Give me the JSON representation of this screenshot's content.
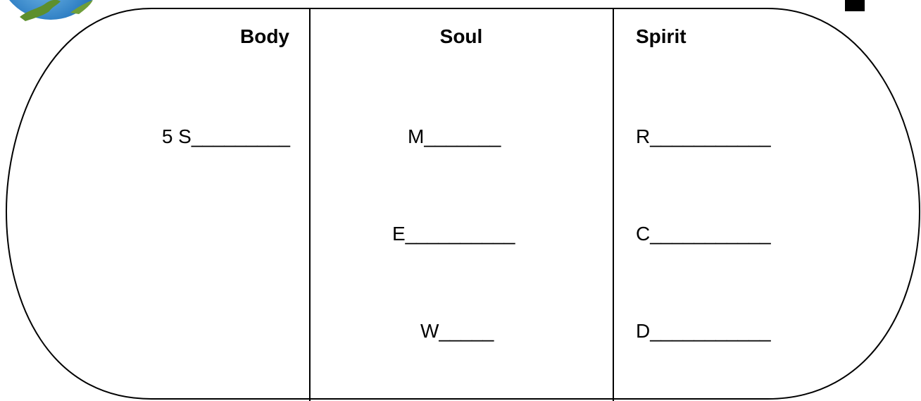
{
  "columns": {
    "body": {
      "heading": "Body",
      "items": [
        "5 S_________"
      ]
    },
    "soul": {
      "heading": "Soul",
      "items": [
        "M_______",
        "E__________",
        "W_____"
      ]
    },
    "spirit": {
      "heading": "Spirit",
      "items": [
        "R___________",
        "C___________",
        "D___________"
      ]
    }
  },
  "colors": {
    "outline": "#000000",
    "globe_ocean": "#2f7fc4",
    "globe_land": "#5d8f2e"
  },
  "icons": [
    "globe-icon",
    "black-block-icon"
  ]
}
